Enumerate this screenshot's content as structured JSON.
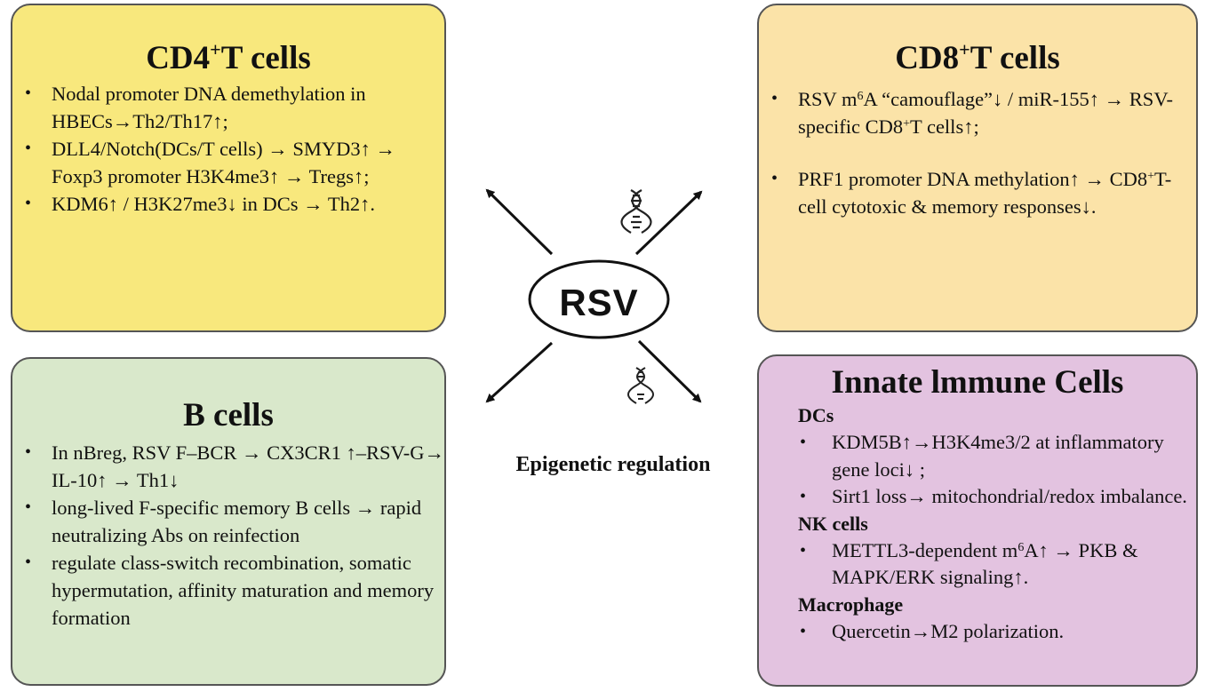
{
  "cd4": {
    "title_main": "CD4",
    "title_sup": "+",
    "title_rest": "T cells",
    "items": [
      "Nodal promoter DNA demethylation in HBECs→Th2/Th17↑;",
      "DLL4/Notch(DCs/T cells) → SMYD3↑ → Foxp3  promoter H3K4me3↑ → Tregs↑;",
      "KDM6↑ / H3K27me3↓  in DCs → Th2↑."
    ]
  },
  "cd8": {
    "title_main": "CD8",
    "title_sup": "+",
    "title_rest": "T cells",
    "item1_pre": "RSV m",
    "item1_sup": "6",
    "item1_mid": "A “camouflage”↓ / miR-155↑ → RSV-specific CD8",
    "item1_sup2": "+",
    "item1_post": "T cells↑;",
    "item2_pre": "PRF1 promoter DNA methylation↑ → CD8",
    "item2_sup": "+",
    "item2_post": "T-cell cytotoxic & memory responses↓."
  },
  "bcells": {
    "title": "B cells",
    "items": [
      "In nBreg, RSV F–BCR → CX3CR1 ↑–RSV-G→  IL-10↑ → Th1↓",
      "long-lived F-specific memory B cells → rapid neutralizing Abs on reinfection",
      "regulate class-switch recombination, somatic hypermutation, affinity maturation and memory formation"
    ]
  },
  "innate": {
    "title": "Innate lmmune Cells",
    "dcs_heading": "DCs",
    "dcs_items": [
      "KDM5B↑→H3K4me3/2 at inflammatory gene loci↓ ;",
      "Sirt1 loss→ mitochondrial/redox imbalance."
    ],
    "nk_heading": "NK cells",
    "nk_pre": "METTL3-dependent m",
    "nk_sup": "6",
    "nk_post": "A↑ → PKB & MAPK/ERK signaling↑.",
    "mac_heading": "Macrophage",
    "mac_items": [
      "Quercetin→M2 polarization."
    ]
  },
  "center": {
    "label": "RSV",
    "caption": "Epigenetic regulation"
  },
  "icons": {
    "dna_top": "dna-helix-icon",
    "dna_bottom": "dna-helix-icon"
  },
  "colors": {
    "cd4_bg": "#f8e87d",
    "cd8_bg": "#fbe3a8",
    "bcells_bg": "#d9e8cb",
    "innate_bg": "#e3c3e0"
  }
}
